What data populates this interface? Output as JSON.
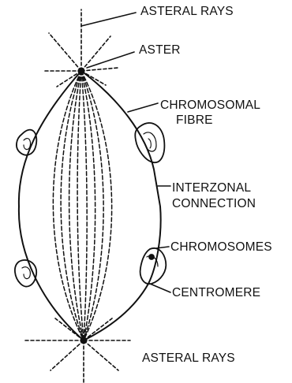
{
  "diagram": {
    "labels": {
      "asteral_rays_top": "ASTERAL RAYS",
      "aster": "ASTER",
      "chromosomal_fibre_line1": "CHROMOSOMAL",
      "chromosomal_fibre_line2": "FIBRE",
      "interzonal_line1": "INTERZONAL",
      "interzonal_line2": "CONNECTION",
      "chromosomes": "CHROMOSOMES",
      "centromere": "CENTROMERE",
      "asteral_rays_bottom": "ASTERAL RAYS"
    },
    "colors": {
      "ink": "#111111",
      "background": "#ffffff"
    }
  }
}
